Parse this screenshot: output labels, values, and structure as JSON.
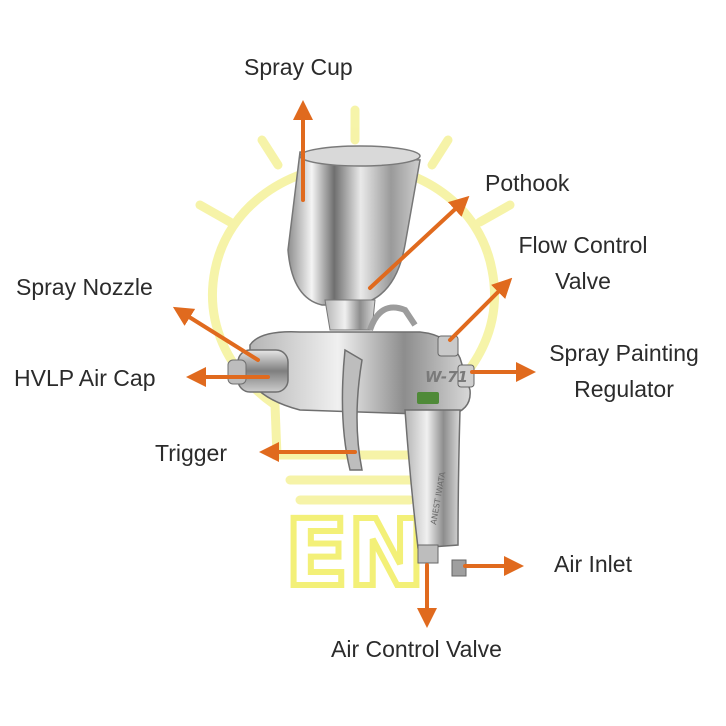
{
  "watermark": {
    "text": "EN",
    "color": "#f3f078"
  },
  "colors": {
    "arrow": "#e06a1e",
    "label": "#2b2b2b"
  },
  "product": {
    "model": "W-71",
    "brand": "ANEST IWATA"
  },
  "labels": {
    "spray_cup": "Spray Cup",
    "pothook": "Pothook",
    "flow_control_valve_line1": "Flow Control",
    "flow_control_valve_line2": "Valve",
    "spray_nozzle": "Spray Nozzle",
    "hvlp_air_cap": "HVLP Air Cap",
    "spray_painting_regulator_line1": "Spray Painting",
    "spray_painting_regulator_line2": "Regulator",
    "trigger": "Trigger",
    "air_inlet": "Air Inlet",
    "air_control_valve": "Air Control Valve"
  }
}
